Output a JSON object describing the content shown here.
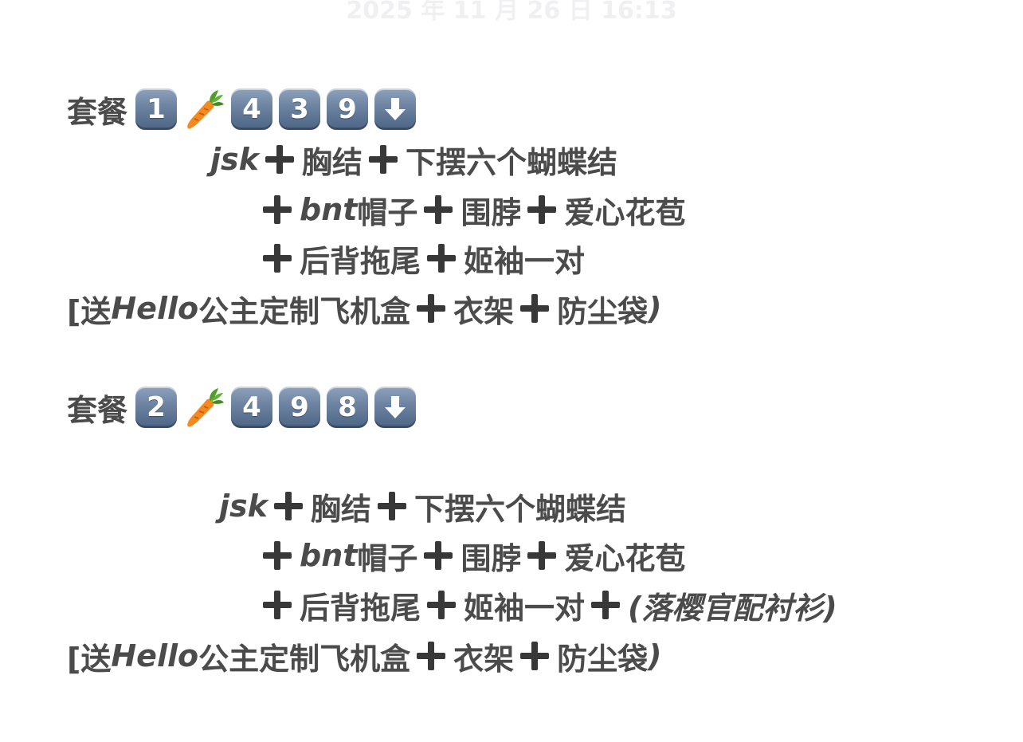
{
  "header": {
    "timestamp": "2025 年 11 月 26 日 16:13"
  },
  "packages": [
    {
      "title": "套餐",
      "number": "1",
      "price_digits": [
        "4",
        "3",
        "9"
      ],
      "line1": {
        "brand": "jsk",
        "item1": "胸结",
        "item2": "下摆六个蝴蝶结"
      },
      "line2": {
        "brand": "bnt",
        "item1": "帽子",
        "item2": "围脖",
        "item3": "爱心花苞"
      },
      "line3": {
        "item1": "后背拖尾",
        "item2": "姬袖一对"
      },
      "gift": {
        "prefix": "[送",
        "brand": "Hello",
        "item1": "公主定制飞机盒",
        "item2": "衣架",
        "item3": "防尘袋",
        "suffix": ")"
      }
    },
    {
      "title": "套餐",
      "number": "2",
      "price_digits": [
        "4",
        "9",
        "8"
      ],
      "line1": {
        "brand": "jsk",
        "item1": "胸结",
        "item2": "下摆六个蝴蝶结"
      },
      "line2": {
        "brand": "bnt",
        "item1": "帽子",
        "item2": "围脖",
        "item3": "爱心花苞"
      },
      "line3": {
        "item1": "后背拖尾",
        "item2": "姬袖一对",
        "extra": "(落樱官配衬衫)"
      },
      "gift": {
        "prefix": "[送",
        "brand": "Hello",
        "item1": "公主定制飞机盒",
        "item2": "衣架",
        "item3": "防尘袋",
        "suffix": ")"
      }
    }
  ],
  "icons": {
    "carrot": "carrot-icon",
    "down_arrow": "down-arrow-keycap-icon",
    "plus": "heavy-plus-icon"
  },
  "colors": {
    "text": "#4b4b4b",
    "plus": "#383838",
    "keycap": "#6b82a0",
    "carrot": "#f5891f"
  }
}
